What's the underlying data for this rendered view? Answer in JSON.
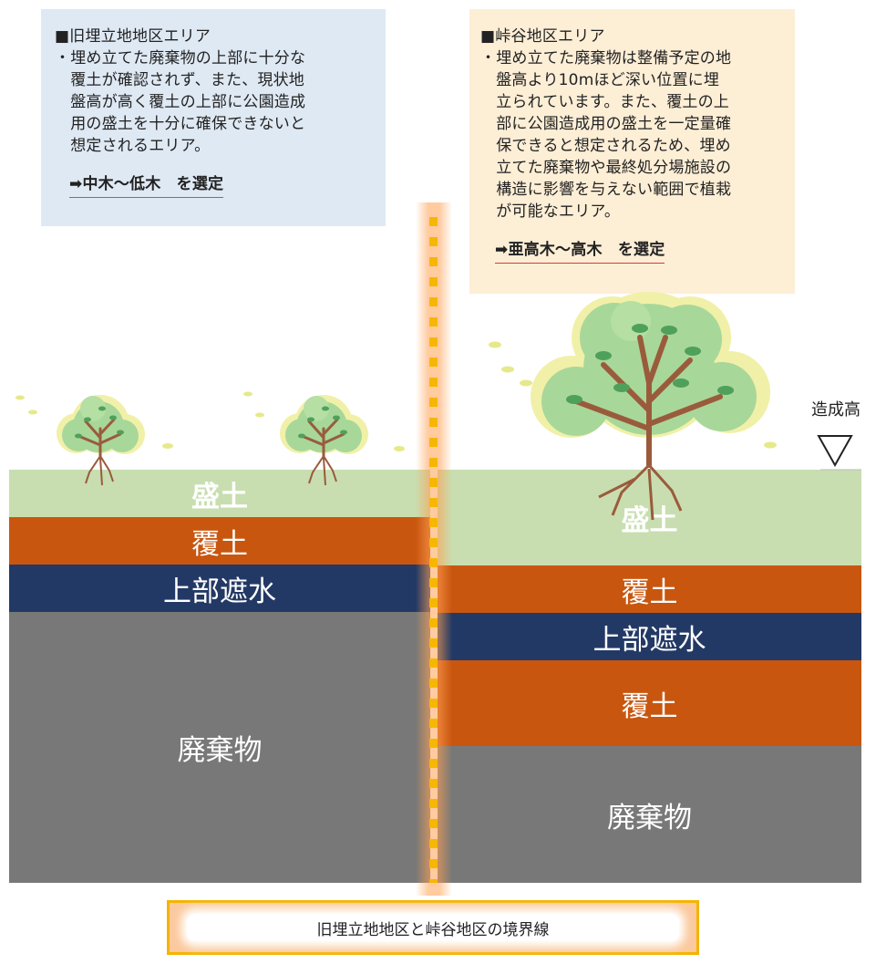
{
  "left_box": {
    "heading": "■旧埋立地地区エリア",
    "bullet": "・埋め立てた廃棄物の上部に十分な\n　覆土が確認されず、また、現状地\n　盤高が高く覆土の上部に公園造成\n　用の盛土を十分に確保できないと\n　想定されるエリア。",
    "selection": "➡中木～低木　を選定"
  },
  "right_box": {
    "heading": "■峠谷地区エリア",
    "bullet": "・埋め立てた廃棄物は整備予定の地\n　盤高より10mほど深い位置に埋\n　立られています。また、覆土の上\n　部に公園造成用の盛土を一定量確\n　保できると想定されるため、埋め\n　立てた廃棄物や最終処分場施設の\n　構造に影響を与えない範囲で植栽\n　が可能なエリア。",
    "selection": "➡亜高木～高木　を選定"
  },
  "grade_label": "造成高",
  "left_layers": {
    "morido": "盛土",
    "fukudo": "覆土",
    "shasui": "上部遮水",
    "haikibutsu": "廃棄物"
  },
  "right_layers": {
    "morido": "盛土",
    "fukudo_upper": "覆土",
    "shasui": "上部遮水",
    "fukudo_lower": "覆土",
    "haikibutsu": "廃棄物"
  },
  "boundary_label": "旧埋立地地区と峠谷地区の境界線",
  "colors": {
    "morido": "#c8deb0",
    "fukudo": "#c9560f",
    "shasui": "#233965",
    "haikibutsu": "#787878",
    "boundary": "#f7b600"
  },
  "icons": [
    "tree-small-icon",
    "tree-large-icon",
    "grade-triangle-icon"
  ]
}
